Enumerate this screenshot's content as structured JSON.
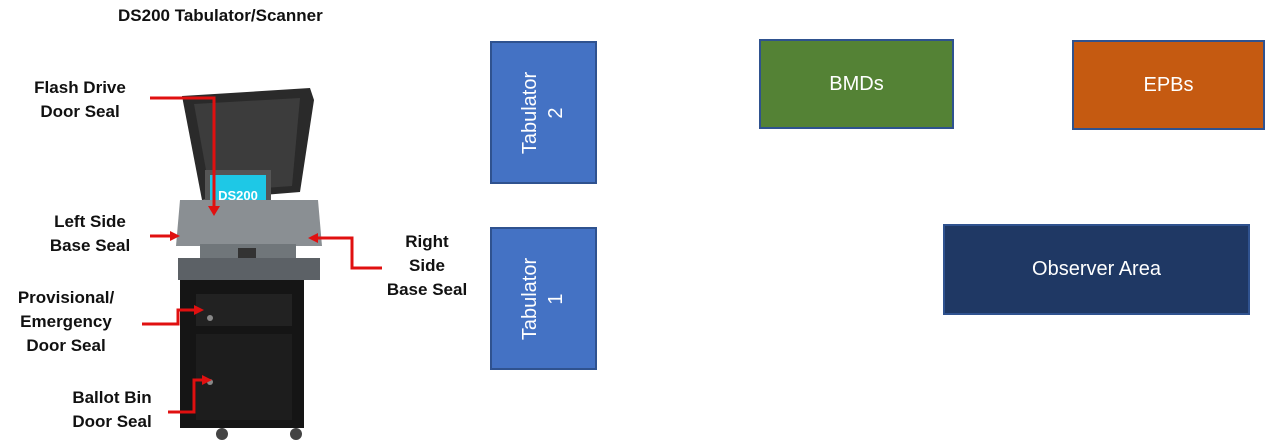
{
  "title": "DS200 Tabulator/Scanner",
  "labels": {
    "flash": "Flash Drive\nDoor Seal",
    "left": "Left Side\nBase Seal",
    "right": "Right\nSide\nBase Seal",
    "provisional": "Provisional/\nEmergency\nDoor Seal",
    "ballot": "Ballot Bin\nDoor Seal"
  },
  "screen_text": "DS200",
  "boxes": {
    "tab2": "Tabulator\n2",
    "tab1": "Tabulator\n1",
    "bmds": "BMDs",
    "epbs": "EPBs",
    "observer": "Observer Area"
  },
  "colors": {
    "blue": "#4472c4",
    "green": "#548235",
    "orange": "#c55a11",
    "navy": "#1f3864",
    "arrow": "#e01010"
  }
}
